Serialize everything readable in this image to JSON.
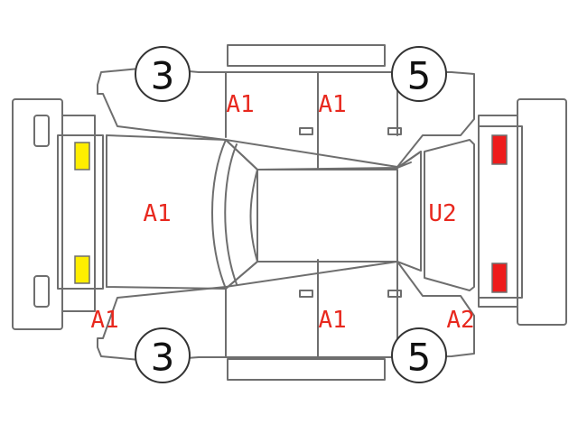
{
  "colors": {
    "code_text": "#e8281e",
    "front_lamp": "#ffee00",
    "rear_lamp": "#ee1c1c"
  },
  "wheel_numbers": {
    "top_left": "3",
    "top_right": "5",
    "bottom_left": "3",
    "bottom_right": "5"
  },
  "damage_codes": {
    "top_front_door": "A1",
    "top_rear_door": "A1",
    "hood": "A1",
    "rear_glass": "U2",
    "bottom_front_corner": "A1",
    "bottom_rear_door": "A1",
    "bottom_rear_corner": "A2"
  }
}
